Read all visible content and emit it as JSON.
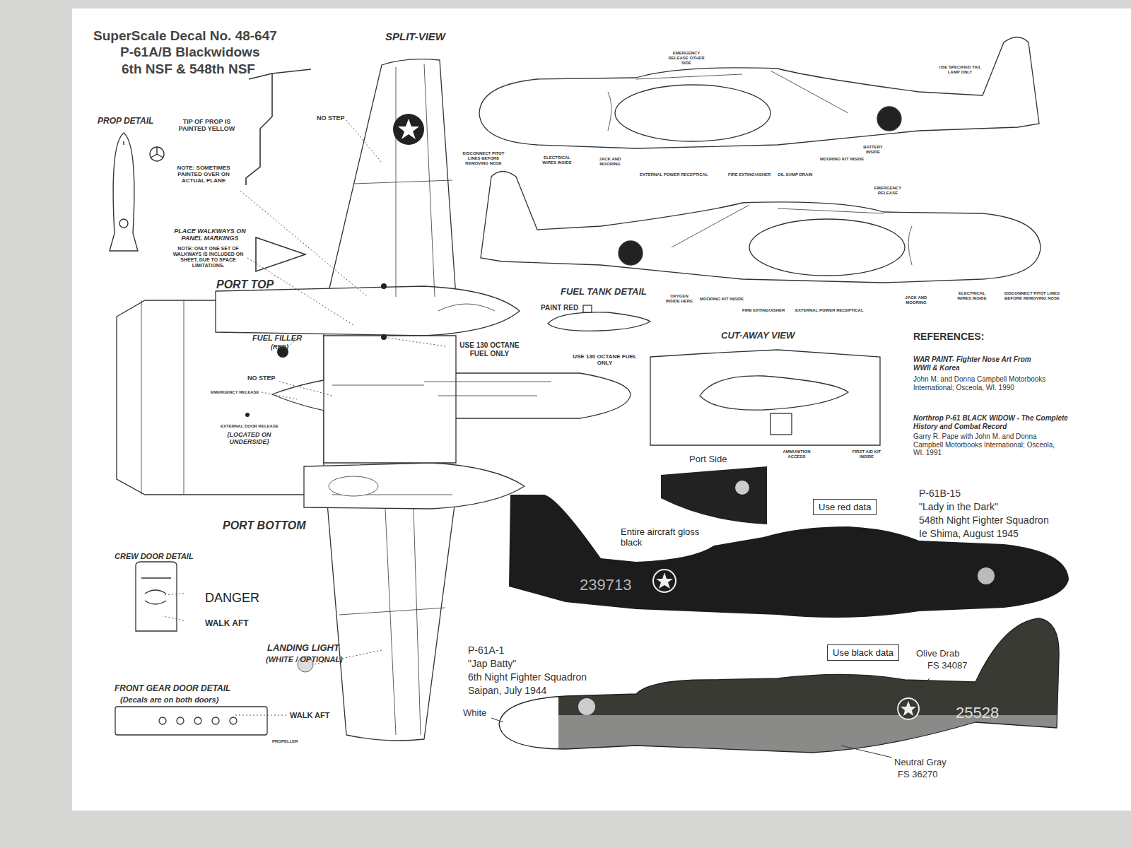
{
  "diagram": {
    "title": "SuperScale Decal No. 48-647",
    "nodes": [
      {
        "text": [
          "Use red data"
        ]
      },
      {
        "text": [
          "Use black data"
        ]
      }
    ],
    "labels": [
      "P-61A/B Blackwidows",
      "6th NSF & 548th NSF",
      "SPLIT-VIEW",
      "PROP DETAIL",
      "TIP OF PROP IS PAINTED YELLOW",
      "NOTE: SOMETIMES PAINTED OVER ON ACTUAL PLANE",
      "NO STEP",
      "PLACE WALKWAYS ON PANEL MARKINGS",
      "NOTE: ONLY ONE SET OF WALKWAYS IS INCLUDED ON SHEET, DUE TO SPACE LIMITATIONS.",
      "PORT TOP",
      "FUEL FILLER",
      "(RED)",
      "NO STEP",
      "EMERGENCY RELEASE",
      "EXTERNAL DOOR RELEASE",
      "(LOCATED ON UNDERSIDE)",
      "USE 130 OCTANE FUEL ONLY",
      "FUEL TANK DETAIL",
      "PAINT RED",
      "USE 130 OCTANE FUEL ONLY",
      "PORT BOTTOM",
      "CREW DOOR DETAIL",
      "DANGER",
      "WALK AFT",
      "LANDING LIGHT",
      "(WHITE / OPTIONAL)",
      "FRONT GEAR DOOR DETAIL",
      "(Decals are on both doors)",
      "WALK AFT",
      "PROPELLER",
      "EMERGENCY RELEASE OTHER SIDE",
      "USE SPECIFIED TAIL LAMP ONLY",
      "DISCONNECT PITOT LINES BEFORE REMOVING NOSE",
      "ELECTRICAL WIRES INSIDE",
      "JACK AND MOORING",
      "EXTERNAL POWER RECEPTICAL",
      "FIRE EXTINGUISHER",
      "OIL SUMP DRAIN",
      "MOORING KIT INSIDE",
      "BATTERY INSIDE",
      "EMERGENCY RELEASE",
      "OXYGEN INSIDE HERE",
      "MOORING KIT INSIDE",
      "FIRE EXTINGUISHER",
      "EXTERNAL POWER RECEPTICAL",
      "JACK AND MOORING",
      "ELECTRICAL WIRES INSIDE",
      "DISCONNECT PITOT LINES BEFORE REMOVING NOSE",
      "CUT-AWAY VIEW",
      "AMMUNITION ACCESS",
      "FIRST AID KIT INSIDE",
      "REFERENCES:",
      "WAR PAINT- Fighter Nose Art From WWII & Korea",
      "John M. and Donna Campbell Motorbooks International; Osceola, WI. 1990",
      "Northrop P-61 BLACK WIDOW - The Complete History and Combat Record",
      "Garry R. Pape with John M. and Donna Campbell Motorbooks International; Osceola, WI. 1991",
      "Port Side",
      "P-61B-15",
      "\"Lady in the Dark\"",
      "548th Night Fighter Squadron",
      "Ie Shima, August 1945",
      "Entire aircraft gloss black",
      "239713",
      "P-61A-1",
      "\"Jap Batty\"",
      "6th Night Fighter Squadron",
      "Saipan, July 1944",
      "White",
      "Olive Drab",
      "FS 34087",
      "Neutral Gray",
      "FS 36270",
      "25528"
    ]
  }
}
